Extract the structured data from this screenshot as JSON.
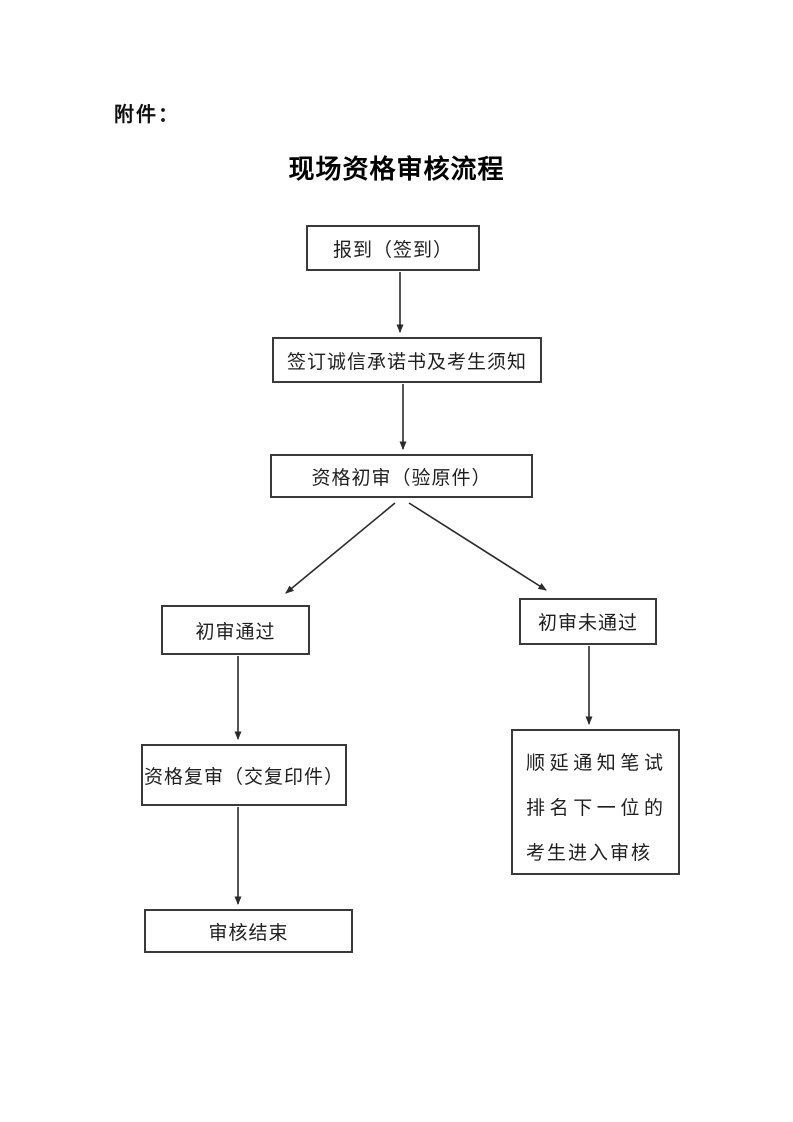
{
  "page": {
    "attachment_label": "附件：",
    "title": "现场资格审核流程"
  },
  "flowchart": {
    "nodes": [
      {
        "id": "checkin",
        "label": "报到（签到）"
      },
      {
        "id": "commitment",
        "label": "签订诚信承诺书及考生须知"
      },
      {
        "id": "initial_review",
        "label": "资格初审（验原件）"
      },
      {
        "id": "pass",
        "label": "初审通过"
      },
      {
        "id": "fail",
        "label": "初审未通过"
      },
      {
        "id": "recheck",
        "label": "资格复审（交复印件）"
      },
      {
        "id": "next_candidate",
        "label": "顺延通知笔试排名下一位的考生进入审核"
      },
      {
        "id": "end",
        "label": "审核结束"
      }
    ],
    "edges": [
      {
        "from": "checkin",
        "to": "commitment"
      },
      {
        "from": "commitment",
        "to": "initial_review"
      },
      {
        "from": "initial_review",
        "to": "pass"
      },
      {
        "from": "initial_review",
        "to": "fail"
      },
      {
        "from": "pass",
        "to": "recheck"
      },
      {
        "from": "recheck",
        "to": "end"
      },
      {
        "from": "fail",
        "to": "next_candidate"
      }
    ],
    "colors": {
      "background": "#ffffff",
      "box_border": "#3a3a3a",
      "text": "#1f1f1f",
      "arrow": "#2b2b2b"
    }
  }
}
